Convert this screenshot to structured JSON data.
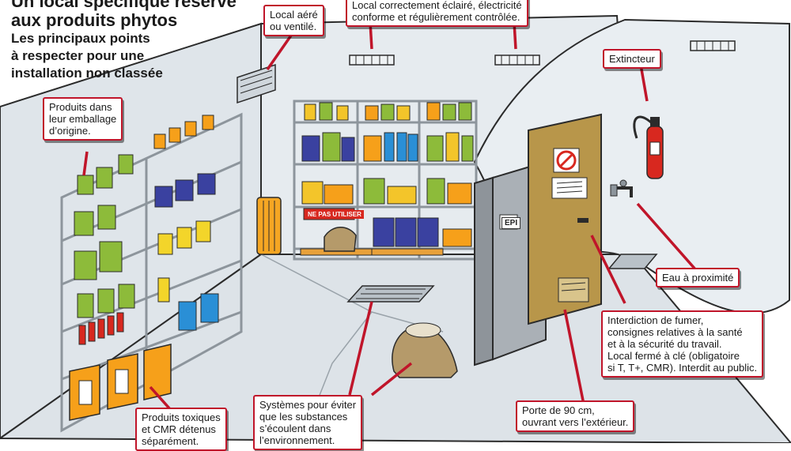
{
  "title": {
    "line1": "Un local spécifique réservé",
    "line2": "aux produits phytos"
  },
  "subtitle": {
    "line1": "Les principaux points",
    "line2": "à respecter pour une",
    "line3": "installation non classée"
  },
  "callouts": {
    "local_aere": "Local aéré\nou ventilé.",
    "local_eclaire": "Local correctement éclairé, électricité\nconforme et régulièrement contrôlée.",
    "extincteur": "Extincteur",
    "produits_emballage": "Produits dans\nleur emballage\nd’origine.",
    "eau": "Eau à proximité",
    "interdiction": "Interdiction de fumer,\nconsignes relatives à la santé\net à la sécurité du travail.\nLocal fermé à clé (obligatoire\nsi T, T+, CMR). Interdit au public.",
    "porte": "Porte de 90 cm,\nouvrant vers l’extérieur.",
    "systemes": "Systèmes pour éviter\nque les substances\ns’écoulent dans\nl’environnement.",
    "produits_toxiques": "Produits toxiques\net CMR détenus\nséparément."
  },
  "signs": {
    "ne_pas_utiliser": "NE PAS UTILISER",
    "epi": "EPI"
  },
  "colors": {
    "wall": "#e6ebef",
    "floor": "#dde3e8",
    "outline": "#2b2b2b",
    "callout_border": "#c0152a",
    "door": "#b8964a",
    "locker": "#aab0b6",
    "shelf": "#8d959c"
  },
  "icons": [
    "ventilation-grille-icon",
    "light-fixture-icon",
    "fire-extinguisher-icon",
    "water-tap-icon",
    "no-smoking-icon",
    "floor-drain-icon",
    "radiator-icon",
    "bag-icon"
  ]
}
